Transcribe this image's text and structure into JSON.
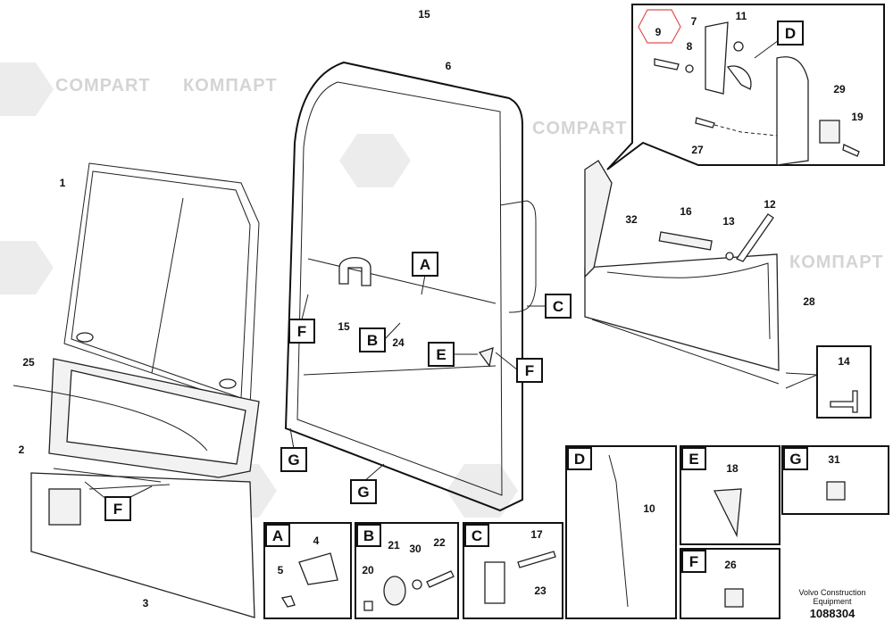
{
  "watermark": {
    "latin": "COMPART",
    "cyrillic": "КОМПАРТ"
  },
  "parts": {
    "p1": "1",
    "p2": "2",
    "p3": "3",
    "p4": "4",
    "p5": "5",
    "p6": "6",
    "p7": "7",
    "p8": "8",
    "p9": "9",
    "p10": "10",
    "p11": "11",
    "p12": "12",
    "p13": "13",
    "p14": "14",
    "p15a": "15",
    "p15b": "15",
    "p16": "16",
    "p17": "17",
    "p18": "18",
    "p19": "19",
    "p20": "20",
    "p21": "21",
    "p22": "22",
    "p23": "23",
    "p24": "24",
    "p25": "25",
    "p26": "26",
    "p27": "27",
    "p28": "28",
    "p29": "29",
    "p30": "30",
    "p31": "31",
    "p32": "32"
  },
  "callouts": {
    "A": "A",
    "B": "B",
    "C": "C",
    "D": "D",
    "E": "E",
    "F": "F",
    "G": "G"
  },
  "details": {
    "A": "A",
    "B": "B",
    "C": "C",
    "D": "D",
    "E": "E",
    "F": "F",
    "G": "G"
  },
  "highlight_color": "#e05050",
  "footer": {
    "line1": "Volvo Construction",
    "line2": "Equipment",
    "number": "1088304"
  }
}
